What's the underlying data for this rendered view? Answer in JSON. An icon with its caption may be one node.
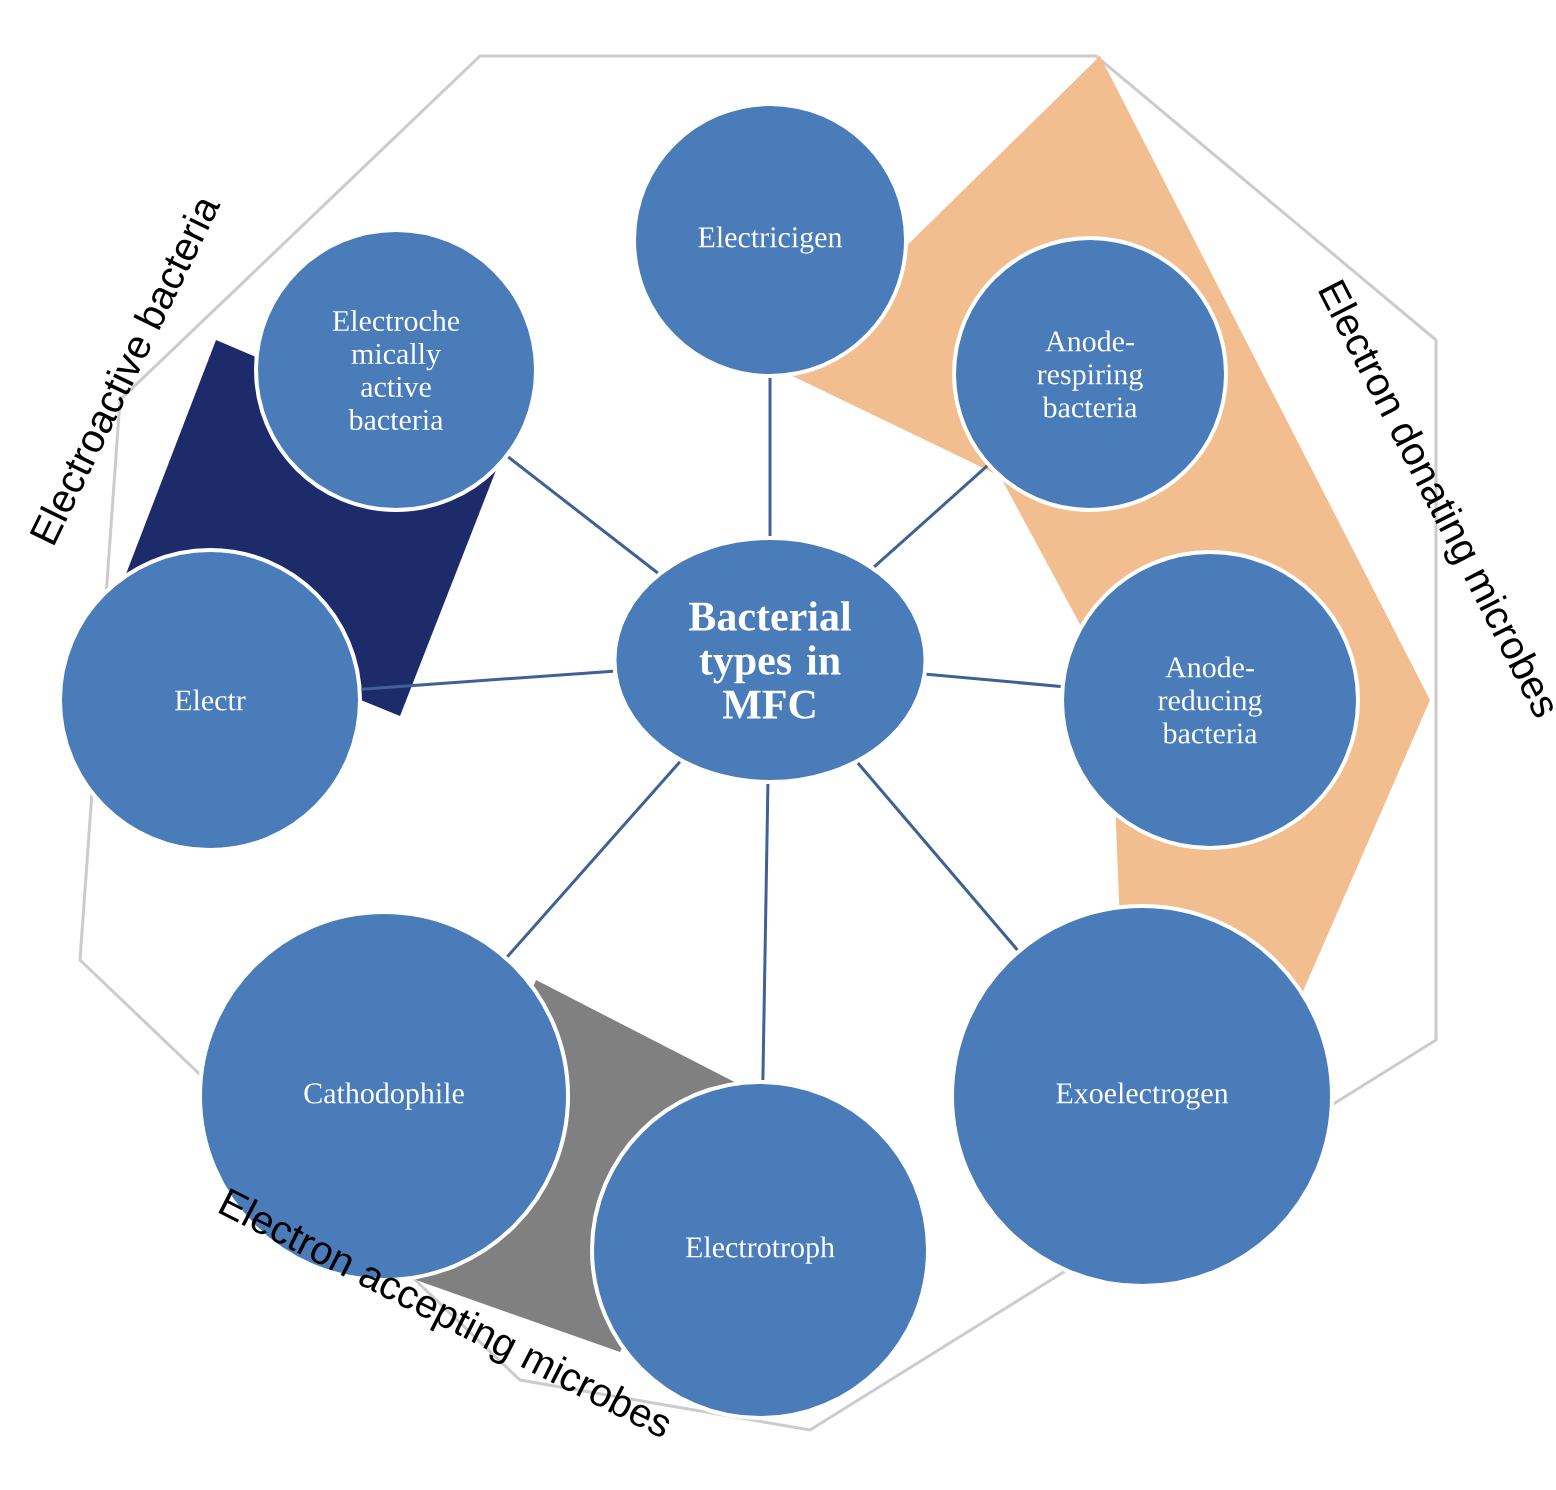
{
  "diagram": {
    "nodes": [
      {
        "text": [
          "Electricigen"
        ]
      },
      {
        "text": [
          "Electroche mically active bacteria"
        ]
      },
      {
        "text": [
          "Anode- respiring bacteria"
        ]
      },
      {
        "text": [
          "Electr"
        ]
      },
      {
        "text": [
          "Bacterial types in MFC"
        ]
      },
      {
        "text": [
          "Anode- reducing bacteria"
        ]
      },
      {
        "text": [
          "Cathodophile"
        ]
      },
      {
        "text": [
          "Exoelectrogen"
        ]
      },
      {
        "text": [
          "Electrotroph"
        ]
      }
    ],
    "edges": [
      {
        "from": 4,
        "to": 0,
        "arrow": "none"
      },
      {
        "from": 4,
        "to": 1,
        "arrow": "none"
      },
      {
        "from": 4,
        "to": 2,
        "arrow": "none"
      },
      {
        "from": 4,
        "to": 3,
        "arrow": "none"
      },
      {
        "from": 4,
        "to": 5,
        "arrow": "none"
      },
      {
        "from": 4,
        "to": 6,
        "arrow": "none"
      },
      {
        "from": 4,
        "to": 7,
        "arrow": "none"
      },
      {
        "from": 4,
        "to": 8,
        "arrow": "none"
      }
    ],
    "labels": [
      "Electroactive bacteria",
      "Electron donating microbes",
      "Electron accepting microbes"
    ]
  }
}
